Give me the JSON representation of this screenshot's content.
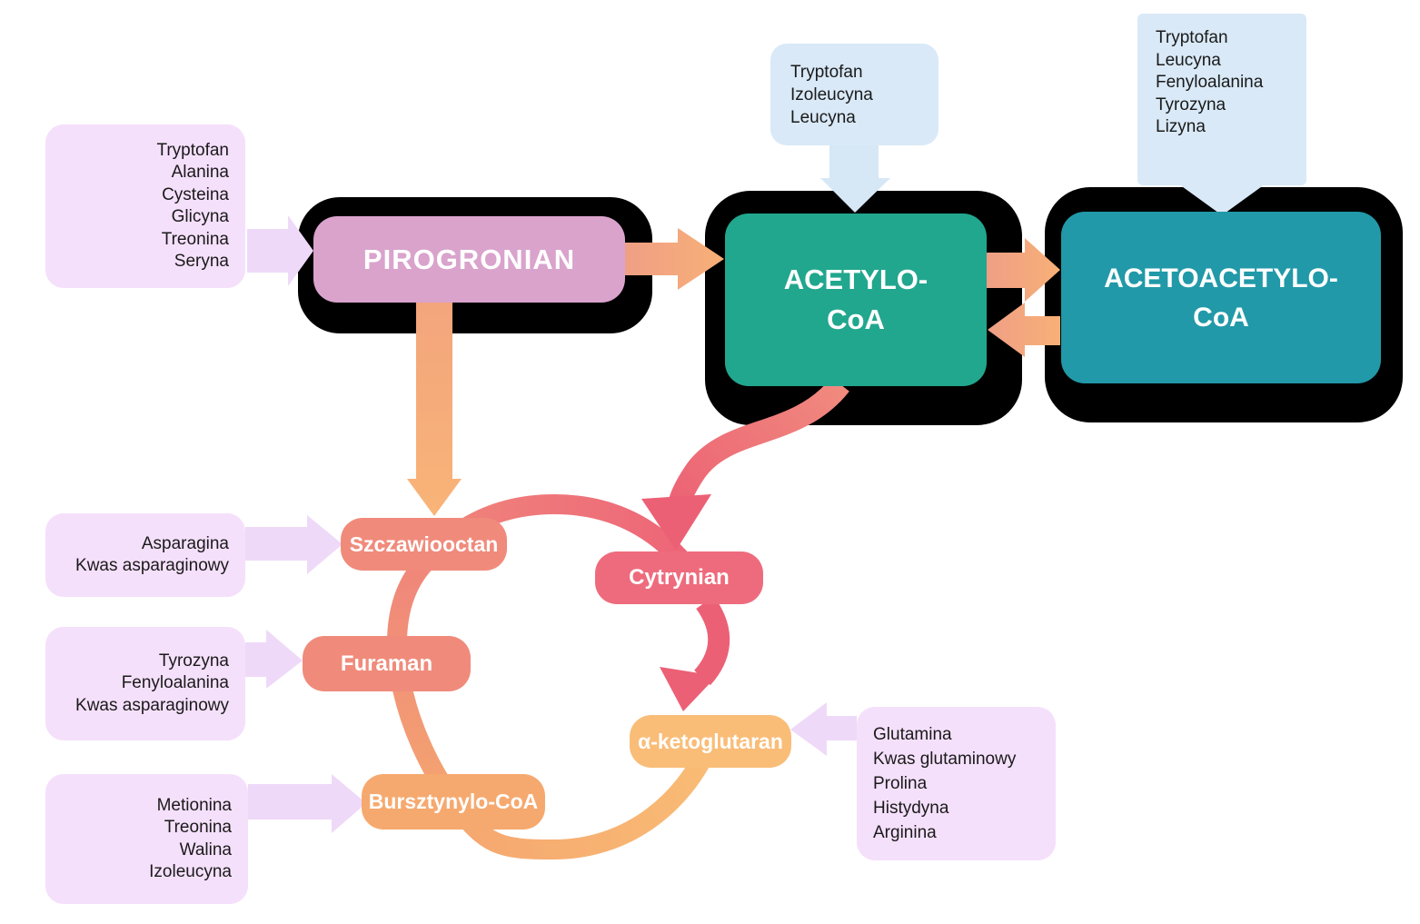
{
  "title": "Amino acid catabolism / citric acid cycle diagram",
  "colors": {
    "background": "#ffffff",
    "shadow": "#000000",
    "pirogronian_fill": "#d9a3cc",
    "acetylo_fill": "#21a78e",
    "acetoacetylo_fill": "#2199a8",
    "callout_fill": "#d9e9f7",
    "amino_box_fill": "#f5e0fb",
    "amino_arrow_fill": "#efd9f8",
    "orange_arrow": "#f6a96f",
    "ring_salmon": "#f0867b",
    "ring_orange": "#f9bc75",
    "red_arrow": "#ec6076",
    "szczawiooctan_fill": "#f08b7c",
    "cytrynian_fill": "#ee6b7d",
    "furaman_fill": "#f08b7c",
    "ketoglutaran_fill": "#f9bd78",
    "bursztynylo_fill": "#f6a96f"
  },
  "main_nodes": {
    "pirogronian": {
      "label": "PIROGRONIAN"
    },
    "acetylo": {
      "line1": "ACETYLO-",
      "line2": "CoA"
    },
    "acetoacetylo": {
      "line1": "ACETOACETYLO-",
      "line2": "CoA"
    }
  },
  "cycle_nodes": {
    "szczawiooctan": {
      "label": "Szczawiooctan"
    },
    "cytrynian": {
      "label": "Cytrynian"
    },
    "furaman": {
      "label": "Furaman"
    },
    "ketoglutaran": {
      "label": "α-ketoglutaran"
    },
    "bursztynylo": {
      "label": "Bursztynylo-CoA"
    }
  },
  "amino_boxes": {
    "pyruvate_sources": {
      "lines": [
        "Tryptofan",
        "Alanina",
        "Cysteina",
        "Glicyna",
        "Treonina",
        "Seryna"
      ]
    },
    "acetyl_sources": {
      "lines": [
        "Tryptofan",
        "Izoleucyna",
        "Leucyna"
      ]
    },
    "acetoacetyl_sources": {
      "lines": [
        "Tryptofan",
        "Leucyna",
        "Fenyloalanina",
        "Tyrozyna",
        "Lizyna"
      ]
    },
    "oxaloacetate_sources": {
      "lines": [
        "Asparagina",
        "Kwas asparaginowy"
      ]
    },
    "fumarate_sources": {
      "lines": [
        "Tyrozyna",
        "Fenyloalanina",
        "Kwas asparaginowy"
      ]
    },
    "succinyl_sources": {
      "lines": [
        "Metionina",
        "Treonina",
        "Walina",
        "Izoleucyna"
      ]
    },
    "ketoglutarate_sources": {
      "lines": [
        "Glutamina",
        "Kwas glutaminowy",
        "Prolina",
        "Histydyna",
        "Arginina"
      ]
    }
  }
}
